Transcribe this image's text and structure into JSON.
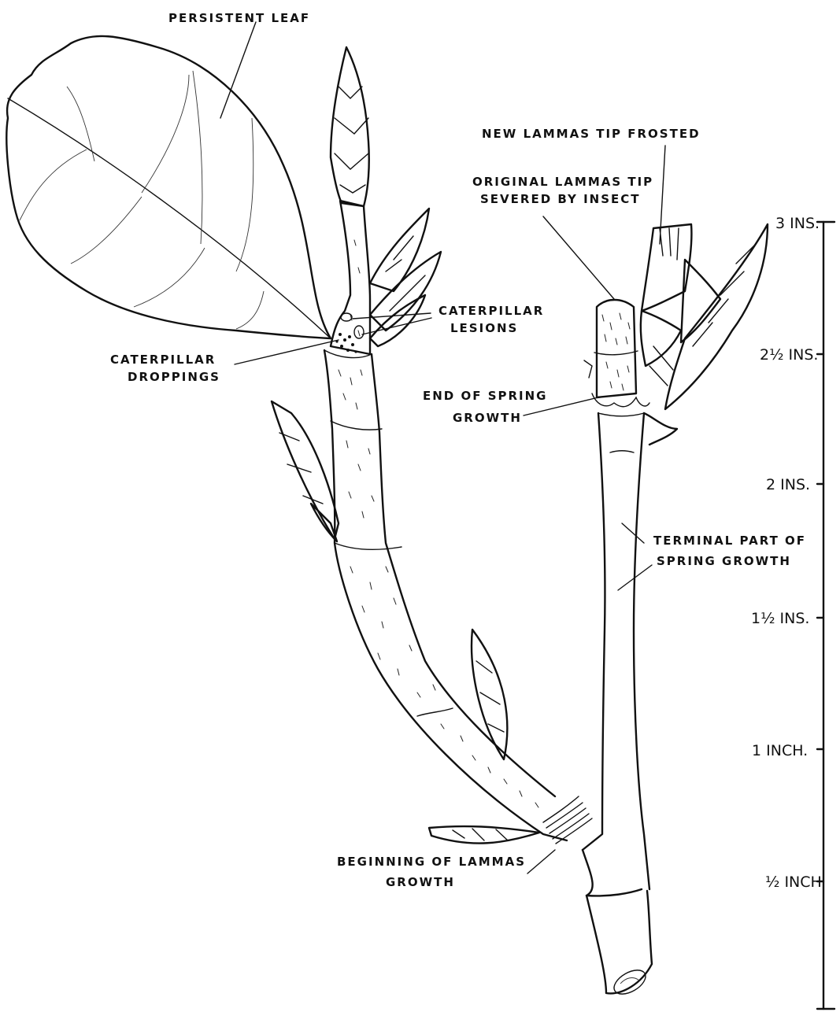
{
  "labels": {
    "persistent_leaf": "PERSISTENT LEAF",
    "new_lammas_tip": "NEW LAMMAS TIP FROSTED",
    "original_tip_line1": "ORIGINAL LAMMAS TIP",
    "original_tip_line2": "SEVERED BY INSECT",
    "lesions_line1": "CATERPILLAR",
    "lesions_line2": "LESIONS",
    "droppings_line1": "CATERPILLAR",
    "droppings_line2": "DROPPINGS",
    "end_spring_line1": "END OF SPRING",
    "end_spring_line2": "GROWTH",
    "terminal_line1": "TERMINAL PART OF",
    "terminal_line2": "SPRING GROWTH",
    "beginning_line1": "BEGINNING OF LAMMAS",
    "beginning_line2": "GROWTH"
  },
  "scale": {
    "ticks": [
      "3 INS.",
      "2½ INS.",
      "2 INS.",
      "1½ INS.",
      "1 INCH.",
      "½ INCH"
    ]
  }
}
